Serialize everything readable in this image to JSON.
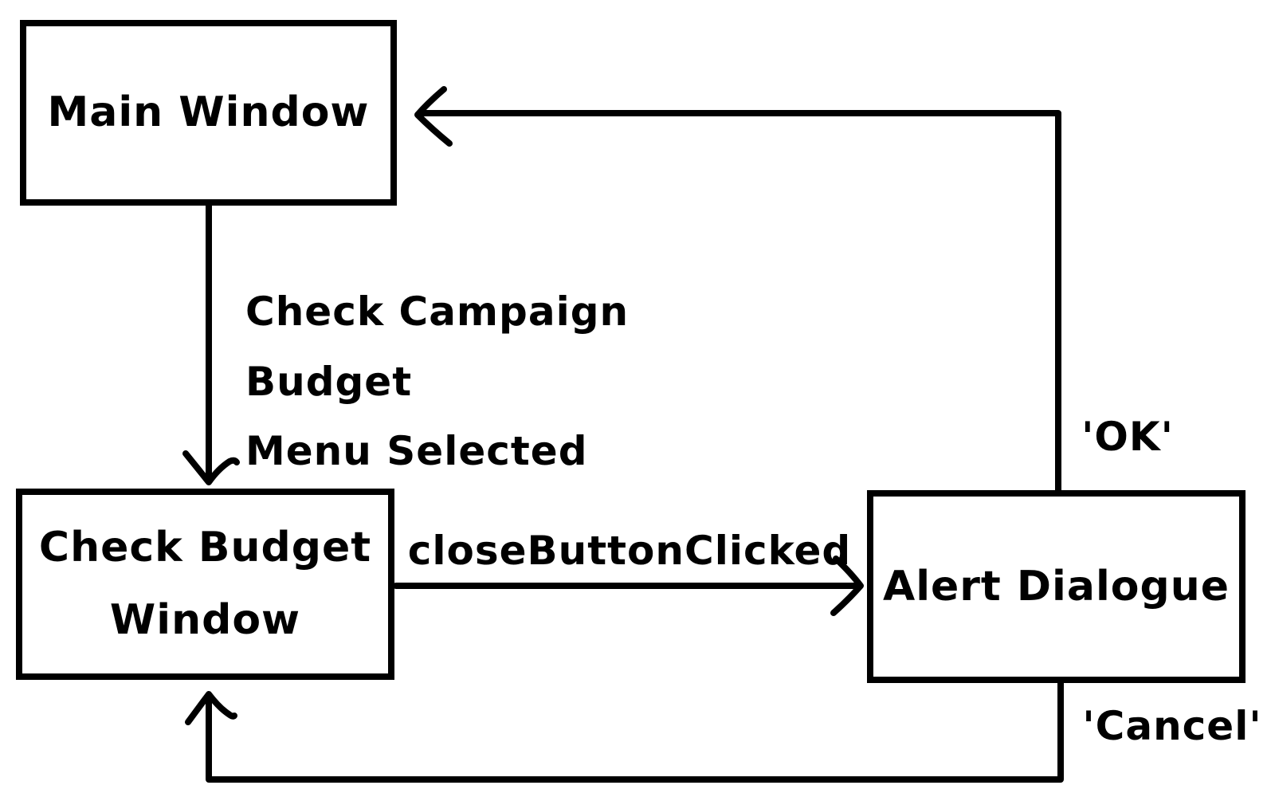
{
  "diagram": {
    "background_color": "#ffffff",
    "stroke_color": "#000000",
    "style": "hand-drawn state diagram",
    "nodes": {
      "main_window": {
        "label": "Main Window"
      },
      "check_budget_window": {
        "label": "Check Budget\nWindow"
      },
      "alert_dialogue": {
        "label": "Alert Dialogue"
      }
    },
    "edges": {
      "menu_selected": {
        "from": "Main Window",
        "to": "Check Budget Window",
        "label": "Check Campaign Budget\nMenu Selected"
      },
      "close_button_clicked": {
        "from": "Check Budget Window",
        "to": "Alert Dialogue",
        "label": "closeButtonClicked"
      },
      "ok": {
        "from": "Alert Dialogue",
        "to": "Main Window",
        "label": "'OK'"
      },
      "cancel": {
        "from": "Alert Dialogue",
        "to": "Check Budget Window",
        "label": "'Cancel'"
      }
    }
  }
}
